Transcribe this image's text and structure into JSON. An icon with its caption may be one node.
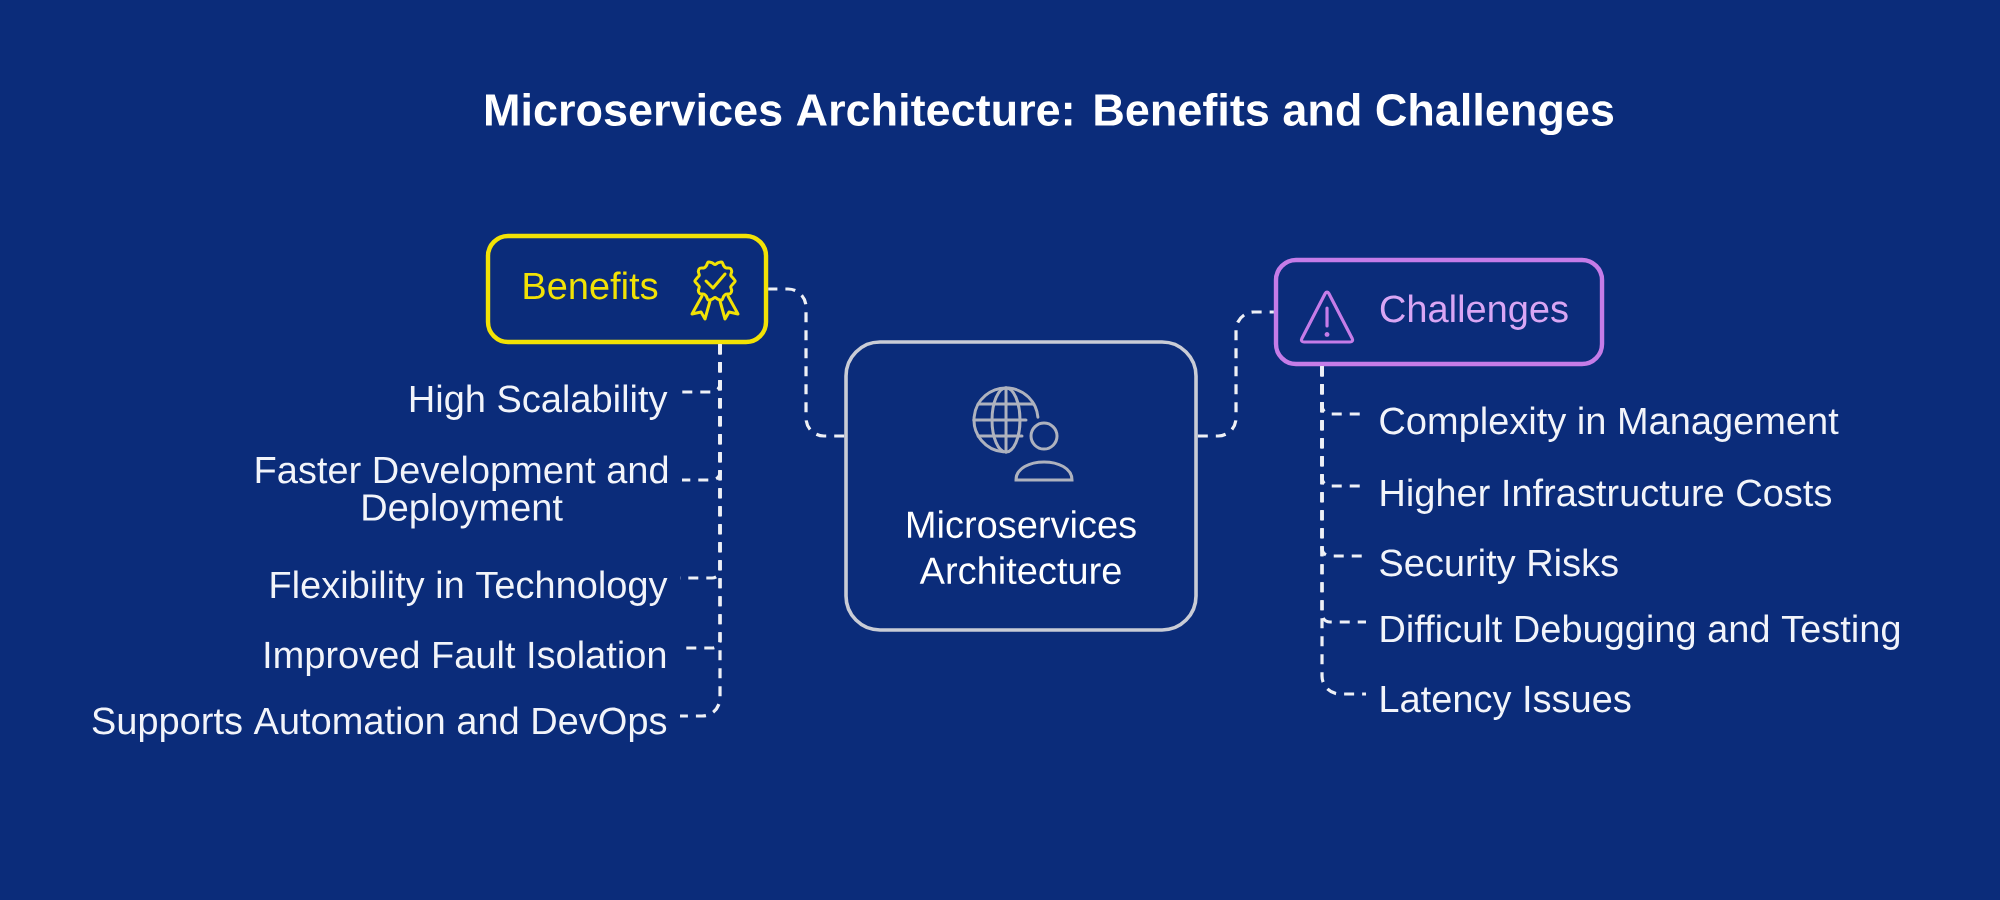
{
  "diagram": {
    "title": "Microservices Architecture: Benefits and Challenges",
    "nodes": [
      {
        "text": [
          "Benefits"
        ]
      },
      {
        "text": [
          "High Scalability"
        ]
      },
      {
        "text": [
          "Faster Development and Deployment"
        ]
      },
      {
        "text": [
          "Flexibility in Technology"
        ]
      },
      {
        "text": [
          "Improved Fault Isolation"
        ]
      },
      {
        "text": [
          "Supports Automation and DevOps"
        ]
      },
      {
        "text": [
          "Microservices Architecture"
        ]
      },
      {
        "text": [
          "Challenges"
        ]
      },
      {
        "text": [
          "Complexity in Management"
        ]
      },
      {
        "text": [
          "Higher Infrastructure Costs"
        ]
      },
      {
        "text": [
          "Security Risks"
        ]
      },
      {
        "text": [
          "Difficult Debugging and Testing"
        ]
      },
      {
        "text": [
          "Latency Issues"
        ]
      }
    ],
    "edges": [
      {
        "from": 6,
        "to": 0,
        "arrow": "none",
        "style": "dashed"
      },
      {
        "from": 6,
        "to": 7,
        "arrow": "none",
        "style": "dashed"
      },
      {
        "from": 0,
        "to": 1,
        "arrow": "none",
        "style": "dashed"
      },
      {
        "from": 0,
        "to": 2,
        "arrow": "none",
        "style": "dashed"
      },
      {
        "from": 0,
        "to": 3,
        "arrow": "none",
        "style": "dashed"
      },
      {
        "from": 0,
        "to": 4,
        "arrow": "none",
        "style": "dashed"
      },
      {
        "from": 0,
        "to": 5,
        "arrow": "none",
        "style": "dashed"
      },
      {
        "from": 7,
        "to": 8,
        "arrow": "none",
        "style": "dashed"
      },
      {
        "from": 7,
        "to": 9,
        "arrow": "none",
        "style": "dashed"
      },
      {
        "from": 7,
        "to": 10,
        "arrow": "none",
        "style": "dashed"
      },
      {
        "from": 7,
        "to": 11,
        "arrow": "none",
        "style": "dashed"
      },
      {
        "from": 7,
        "to": 12,
        "arrow": "none",
        "style": "dashed"
      }
    ]
  }
}
